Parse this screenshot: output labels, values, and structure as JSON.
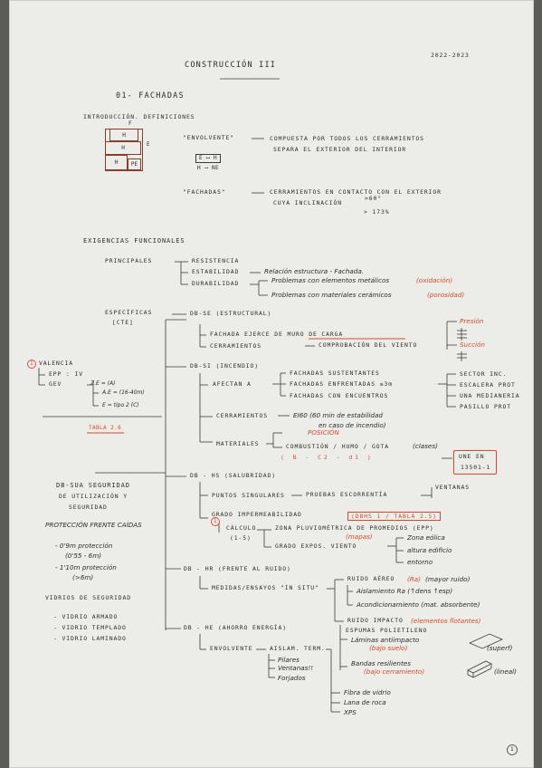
{
  "header": {
    "year": "2022-2023",
    "subject": "CONSTRUCCIÓN III",
    "section": "01- FACHADAS"
  },
  "intro": {
    "title": "INTRODUCCIÓN. DEFINICIONES",
    "facade": {
      "top": "F",
      "side": "E",
      "cell1": "H",
      "cell2": "H",
      "cell3": "H",
      "cell4": "PE"
    },
    "legend1": "E ⟷ H",
    "legend2": "H ⟶ NE",
    "envolvente_term": "\"ENVOLVENTE\"",
    "envolvente_def1": "COMPUESTA POR TODOS LOS CERRAMIENTOS",
    "envolvente_def2": "SEPARA EL EXTERIOR DEL INTERIOR",
    "fachadas_term": "\"FACHADAS\"",
    "fachadas_def1": "CERRAMIENTOS EN CONTACTO CON EL EXTERIOR",
    "fachadas_def2": "CUYA INCLINACIÓN",
    "angle1": ">60°",
    "angle2": "> 173%"
  },
  "exigencias": {
    "title": "EXIGENCIAS FUNCIONALES",
    "principales": "PRINCIPALES",
    "resistencia": "RESISTENCIA",
    "estabilidad": "ESTABILIDAD",
    "estabilidad_note": "Relación estructura - Fachada.",
    "durabilidad": "DURABILIDAD",
    "dur1": "Problemas con elementos metálicos",
    "dur1_red": "(oxidación)",
    "dur2": "Problemas con materiales cerámicos",
    "dur2_red": "(porosidad)",
    "especificas": "ESPECÍFICAS",
    "cte": "[CTE]"
  },
  "db_se": {
    "title": "DB-SE (ESTRUCTURAL)",
    "item1": "FACHADA EJERCE DE MURO DE CARGA",
    "item2": "CERRAMIENTOS",
    "item2b": "COMPROBACIÓN DEL VIENTO",
    "presion": "Presión",
    "succion": "Succión"
  },
  "valencia": {
    "number": "1",
    "title": "VALENCIA",
    "epp": "EPP : IV",
    "gev": "GEV",
    "z1": "Z.E = (A)",
    "z2": "A.E = (16-40m)",
    "z3": "E = tipo 2 (C)",
    "tabla": "TABLA 2.6"
  },
  "db_si": {
    "title": "DB-SI (INCENDIO)",
    "afectan": "AFECTAN A",
    "f1": "FACHADAS SUSTENTANTES",
    "f2": "FACHADAS ENFRENTADAS ≤3m",
    "f3": "FACHADAS CON ENCUENTROS",
    "r1": "SECTOR INC.",
    "r2": "ESCALERA PROT",
    "r3": "UNA MEDIANERIA",
    "r4": "PASILLO PROT",
    "cerramientos": "CERRAMIENTOS",
    "ei60": "EI60 (60 min de estabilidad",
    "ei60b": "en caso de incendio)",
    "materiales": "MATERIALES",
    "posicion": "POSICIÓN",
    "combustion": "COMBUSTIÓN / HUMO / GOTA",
    "clases": "(clases)",
    "classes_line": "( B - C2 - d1 )",
    "une1": "UNE EN",
    "une2": "13501-1"
  },
  "db_sua": {
    "title1": "DB-SUA SEGURIDAD",
    "title2": "DE UTILIZACIÓN Y",
    "title3": "SEGURIDAD",
    "proteccion": "PROTECCIÓN FRENTE CAÍDAS",
    "p1": "- 0'9m protección",
    "p1b": "(0'55 - 6m)",
    "p2": "- 1'10m protección",
    "p2b": "(>6m)",
    "vidrios": "VIDRIOS DE SEGURIDAD",
    "v1": "- VIDRIO ARMADO",
    "v2": "- VIDRIO TEMPLADO",
    "v3": "- VIDRIO LAMINADO"
  },
  "db_hs": {
    "title": "DB - HS (SALUBRIDAD)",
    "puntos": "PUNTOS SINGULARES",
    "escorrentia": "PRUEBAS ESCORRENTÍA",
    "ventanas": "VENTANAS",
    "grado": "GRADO IMPERMEABILIDAD",
    "dbhs": "(DBHS 1 / TABLA 2.5)",
    "num": "1",
    "calculo": "CÁLCULO",
    "calc_range": "(1-5)",
    "zona": "ZONA PLUVIOMÉTRICA DE PROMEDIOS (EPP)",
    "mapas": "(mapas)",
    "grado_exp": "GRADO EXPOS. VIENTO",
    "g1": "Zona eólica",
    "g2": "altura edificio",
    "g3": "entorno"
  },
  "db_hr": {
    "title": "DB - HR (FRENTE AL RUIDO)",
    "medidas": "MEDIDAS/ENSAYOS \"IN SITU\"",
    "aereo": "RUIDO AÉREO",
    "ra": "(Ra)",
    "aereo_note": "(mayor ruido)",
    "a1": "Aislamiento Ra (↑dens ↑esp)",
    "a2": "Acondicionamiento (mat. absorbente)",
    "impacto": "RUIDO IMPACTO",
    "impacto_red": "(elementos flotantes)"
  },
  "db_he": {
    "title": "DB - HE (AHORRO ENERGÍA)",
    "envolvente": "ENVOLVENTE",
    "aislam": "AISLAM. TERM.",
    "e1": "Pilares",
    "e2": "Ventanas!!",
    "e3": "Forjados",
    "espumas": "ESPUMAS POLIETILENO",
    "laminas": "Láminas antiimpacto",
    "laminas_red": "(bajo suelo)",
    "superf": "(superf)",
    "bandas": "Bandas resilientes",
    "bandas_red": "(bajo cerramiento)",
    "lineal": "(lineal)",
    "m1": "Fibra de vidrio",
    "m2": "Lana de roca",
    "m3": "XPS"
  },
  "footer": {
    "page": "1"
  }
}
